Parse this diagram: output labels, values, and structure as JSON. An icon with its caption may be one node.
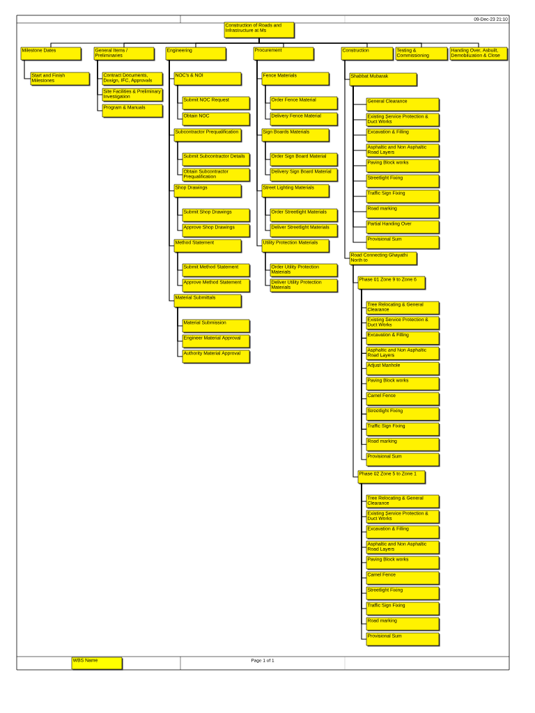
{
  "diagram": {
    "nodes": [
      {
        "text": [
          "Construction of Roads and Infrastructure at Ms"
        ]
      },
      {
        "text": [
          "Milestone Dates"
        ]
      },
      {
        "text": [
          "General Items / Preliminaries"
        ]
      },
      {
        "text": [
          "Engineering"
        ]
      },
      {
        "text": [
          "Procurement"
        ]
      },
      {
        "text": [
          "Construction"
        ]
      },
      {
        "text": [
          "Testing & Commissioning"
        ]
      },
      {
        "text": [
          "Handing Over, Asbuilt, Demobilization & Close"
        ]
      },
      {
        "text": [
          "Start and Finish Milestones"
        ]
      },
      {
        "text": [
          "Contract Documents, Design, IFC, Approvals"
        ]
      },
      {
        "text": [
          "Site Facilities & Preliminary Investigation"
        ]
      },
      {
        "text": [
          "Program & Manuals"
        ]
      },
      {
        "text": [
          "NOC's & NOI"
        ]
      },
      {
        "text": [
          "Submit NOC Request"
        ]
      },
      {
        "text": [
          "Obtain NOC"
        ]
      },
      {
        "text": [
          "Subcontractor Prequalification"
        ]
      },
      {
        "text": [
          "Submit Subcontractor Details"
        ]
      },
      {
        "text": [
          "Obtain Subcontractor Prequalification"
        ]
      },
      {
        "text": [
          "Shop Drawings"
        ]
      },
      {
        "text": [
          "Submit Shop Drawings"
        ]
      },
      {
        "text": [
          "Approve Shop Drawings"
        ]
      },
      {
        "text": [
          "Method Statement"
        ]
      },
      {
        "text": [
          "Submit Method Statement"
        ]
      },
      {
        "text": [
          "Approve Method Statement"
        ]
      },
      {
        "text": [
          "Material Submittals"
        ]
      },
      {
        "text": [
          "Material Submission"
        ]
      },
      {
        "text": [
          "Engineer Material Approval"
        ]
      },
      {
        "text": [
          "Authority Material Approval"
        ]
      },
      {
        "text": [
          "Fence Materials"
        ]
      },
      {
        "text": [
          "Order Fence Material"
        ]
      },
      {
        "text": [
          "Delivery Fence Material"
        ]
      },
      {
        "text": [
          "Sign Boards Materials"
        ]
      },
      {
        "text": [
          "Order Sign Board Material"
        ]
      },
      {
        "text": [
          "Delivery Sign Board Material"
        ]
      },
      {
        "text": [
          "Street Lighting Materials"
        ]
      },
      {
        "text": [
          "Order Streetlight Materials"
        ]
      },
      {
        "text": [
          "Deliver Streetlight Materials"
        ]
      },
      {
        "text": [
          "Utility Protection Materials"
        ]
      },
      {
        "text": [
          "Order Utility Protection Materials"
        ]
      },
      {
        "text": [
          "Deliver Utility Protection Materials"
        ]
      },
      {
        "text": [
          "Shabbat Mubarak"
        ]
      },
      {
        "text": [
          "General Clearance"
        ]
      },
      {
        "text": [
          "Existing Service Protection & Duct Works"
        ]
      },
      {
        "text": [
          "Excavation & Filling"
        ]
      },
      {
        "text": [
          "Asphaltic and Non Asphaltic Road Layers"
        ]
      },
      {
        "text": [
          "Paving Block works"
        ]
      },
      {
        "text": [
          "Streetlight Fixing"
        ]
      },
      {
        "text": [
          "Traffic Sign Fixing"
        ]
      },
      {
        "text": [
          "Road marking"
        ]
      },
      {
        "text": [
          "Partial Handing Over"
        ]
      },
      {
        "text": [
          "Provisional Sum"
        ]
      },
      {
        "text": [
          "Road Connecting Ghayathi North to"
        ]
      },
      {
        "text": [
          "Phase 01 Zone 9 to Zone 6"
        ]
      },
      {
        "text": [
          "Tree Relocating & General Clearance"
        ]
      },
      {
        "text": [
          "Existing Service Protection & Duct Works"
        ]
      },
      {
        "text": [
          "Excavation & Filling"
        ]
      },
      {
        "text": [
          "Asphaltic and Non Asphaltic Road Layers"
        ]
      },
      {
        "text": [
          "Adjust Manhole"
        ]
      },
      {
        "text": [
          "Paving Block works"
        ]
      },
      {
        "text": [
          "Camel Fence"
        ]
      },
      {
        "text": [
          "Streetlight Fixing"
        ]
      },
      {
        "text": [
          "Traffic Sign Fixing"
        ]
      },
      {
        "text": [
          "Road marking"
        ]
      },
      {
        "text": [
          "Provisional Sum"
        ]
      },
      {
        "text": [
          "Phase 02 Zone 5 to Zone 1"
        ]
      },
      {
        "text": [
          "Tree Relocating & General Clearance"
        ]
      },
      {
        "text": [
          "Existing Service Protection & Duct Works"
        ]
      },
      {
        "text": [
          "Excavation & Filling"
        ]
      },
      {
        "text": [
          "Asphaltic and Non Asphaltic Road Layers"
        ]
      },
      {
        "text": [
          "Paving Block works"
        ]
      },
      {
        "text": [
          "Camel Fence"
        ]
      },
      {
        "text": [
          "Streetlight Fixing"
        ]
      },
      {
        "text": [
          "Traffic Sign Fixing"
        ]
      },
      {
        "text": [
          "Road marking"
        ]
      },
      {
        "text": [
          "Provisional Sum"
        ]
      }
    ],
    "edges": [
      {
        "from": 0,
        "to": 1,
        "arrow": "none"
      },
      {
        "from": 0,
        "to": 2,
        "arrow": "none"
      },
      {
        "from": 0,
        "to": 3,
        "arrow": "none"
      },
      {
        "from": 0,
        "to": 4,
        "arrow": "none"
      },
      {
        "from": 0,
        "to": 5,
        "arrow": "none"
      },
      {
        "from": 0,
        "to": 6,
        "arrow": "none"
      },
      {
        "from": 0,
        "to": 7,
        "arrow": "none"
      },
      {
        "from": 1,
        "to": 8,
        "arrow": "none"
      },
      {
        "from": 2,
        "to": 9,
        "arrow": "none"
      },
      {
        "from": 2,
        "to": 10,
        "arrow": "none"
      },
      {
        "from": 2,
        "to": 11,
        "arrow": "none"
      },
      {
        "from": 3,
        "to": 12,
        "arrow": "none"
      },
      {
        "from": 12,
        "to": 13,
        "arrow": "none"
      },
      {
        "from": 12,
        "to": 14,
        "arrow": "none"
      },
      {
        "from": 3,
        "to": 15,
        "arrow": "none"
      },
      {
        "from": 15,
        "to": 16,
        "arrow": "none"
      },
      {
        "from": 15,
        "to": 17,
        "arrow": "none"
      },
      {
        "from": 3,
        "to": 18,
        "arrow": "none"
      },
      {
        "from": 18,
        "to": 19,
        "arrow": "none"
      },
      {
        "from": 18,
        "to": 20,
        "arrow": "none"
      },
      {
        "from": 3,
        "to": 21,
        "arrow": "none"
      },
      {
        "from": 21,
        "to": 22,
        "arrow": "none"
      },
      {
        "from": 21,
        "to": 23,
        "arrow": "none"
      },
      {
        "from": 3,
        "to": 24,
        "arrow": "none"
      },
      {
        "from": 24,
        "to": 25,
        "arrow": "none"
      },
      {
        "from": 24,
        "to": 26,
        "arrow": "none"
      },
      {
        "from": 24,
        "to": 27,
        "arrow": "none"
      },
      {
        "from": 4,
        "to": 28,
        "arrow": "none"
      },
      {
        "from": 28,
        "to": 29,
        "arrow": "none"
      },
      {
        "from": 28,
        "to": 30,
        "arrow": "none"
      },
      {
        "from": 4,
        "to": 31,
        "arrow": "none"
      },
      {
        "from": 31,
        "to": 32,
        "arrow": "none"
      },
      {
        "from": 31,
        "to": 33,
        "arrow": "none"
      },
      {
        "from": 4,
        "to": 34,
        "arrow": "none"
      },
      {
        "from": 34,
        "to": 35,
        "arrow": "none"
      },
      {
        "from": 34,
        "to": 36,
        "arrow": "none"
      },
      {
        "from": 4,
        "to": 37,
        "arrow": "none"
      },
      {
        "from": 37,
        "to": 38,
        "arrow": "none"
      },
      {
        "from": 37,
        "to": 39,
        "arrow": "none"
      },
      {
        "from": 5,
        "to": 40,
        "arrow": "none"
      },
      {
        "from": 40,
        "to": 41,
        "arrow": "none"
      },
      {
        "from": 40,
        "to": 42,
        "arrow": "none"
      },
      {
        "from": 40,
        "to": 43,
        "arrow": "none"
      },
      {
        "from": 40,
        "to": 44,
        "arrow": "none"
      },
      {
        "from": 40,
        "to": 45,
        "arrow": "none"
      },
      {
        "from": 40,
        "to": 46,
        "arrow": "none"
      },
      {
        "from": 40,
        "to": 47,
        "arrow": "none"
      },
      {
        "from": 40,
        "to": 48,
        "arrow": "none"
      },
      {
        "from": 40,
        "to": 49,
        "arrow": "none"
      },
      {
        "from": 40,
        "to": 50,
        "arrow": "none"
      },
      {
        "from": 5,
        "to": 51,
        "arrow": "none"
      },
      {
        "from": 51,
        "to": 52,
        "arrow": "none"
      },
      {
        "from": 52,
        "to": 53,
        "arrow": "none"
      },
      {
        "from": 52,
        "to": 54,
        "arrow": "none"
      },
      {
        "from": 52,
        "to": 55,
        "arrow": "none"
      },
      {
        "from": 52,
        "to": 56,
        "arrow": "none"
      },
      {
        "from": 52,
        "to": 57,
        "arrow": "none"
      },
      {
        "from": 52,
        "to": 58,
        "arrow": "none"
      },
      {
        "from": 52,
        "to": 59,
        "arrow": "none"
      },
      {
        "from": 52,
        "to": 60,
        "arrow": "none"
      },
      {
        "from": 52,
        "to": 61,
        "arrow": "none"
      },
      {
        "from": 52,
        "to": 62,
        "arrow": "none"
      },
      {
        "from": 52,
        "to": 63,
        "arrow": "none"
      },
      {
        "from": 51,
        "to": 64,
        "arrow": "none"
      },
      {
        "from": 64,
        "to": 65,
        "arrow": "none"
      },
      {
        "from": 64,
        "to": 66,
        "arrow": "none"
      },
      {
        "from": 64,
        "to": 67,
        "arrow": "none"
      },
      {
        "from": 64,
        "to": 68,
        "arrow": "none"
      },
      {
        "from": 64,
        "to": 69,
        "arrow": "none"
      },
      {
        "from": 64,
        "to": 70,
        "arrow": "none"
      },
      {
        "from": 64,
        "to": 71,
        "arrow": "none"
      },
      {
        "from": 64,
        "to": 72,
        "arrow": "none"
      },
      {
        "from": 64,
        "to": 73,
        "arrow": "none"
      },
      {
        "from": 64,
        "to": 74,
        "arrow": "none"
      }
    ],
    "labels": [
      "09-Dec-23 21:10",
      "Page 1 of 1"
    ],
    "legend": [
      {
        "text": "WBS Name",
        "color": "#ffff00"
      }
    ]
  }
}
